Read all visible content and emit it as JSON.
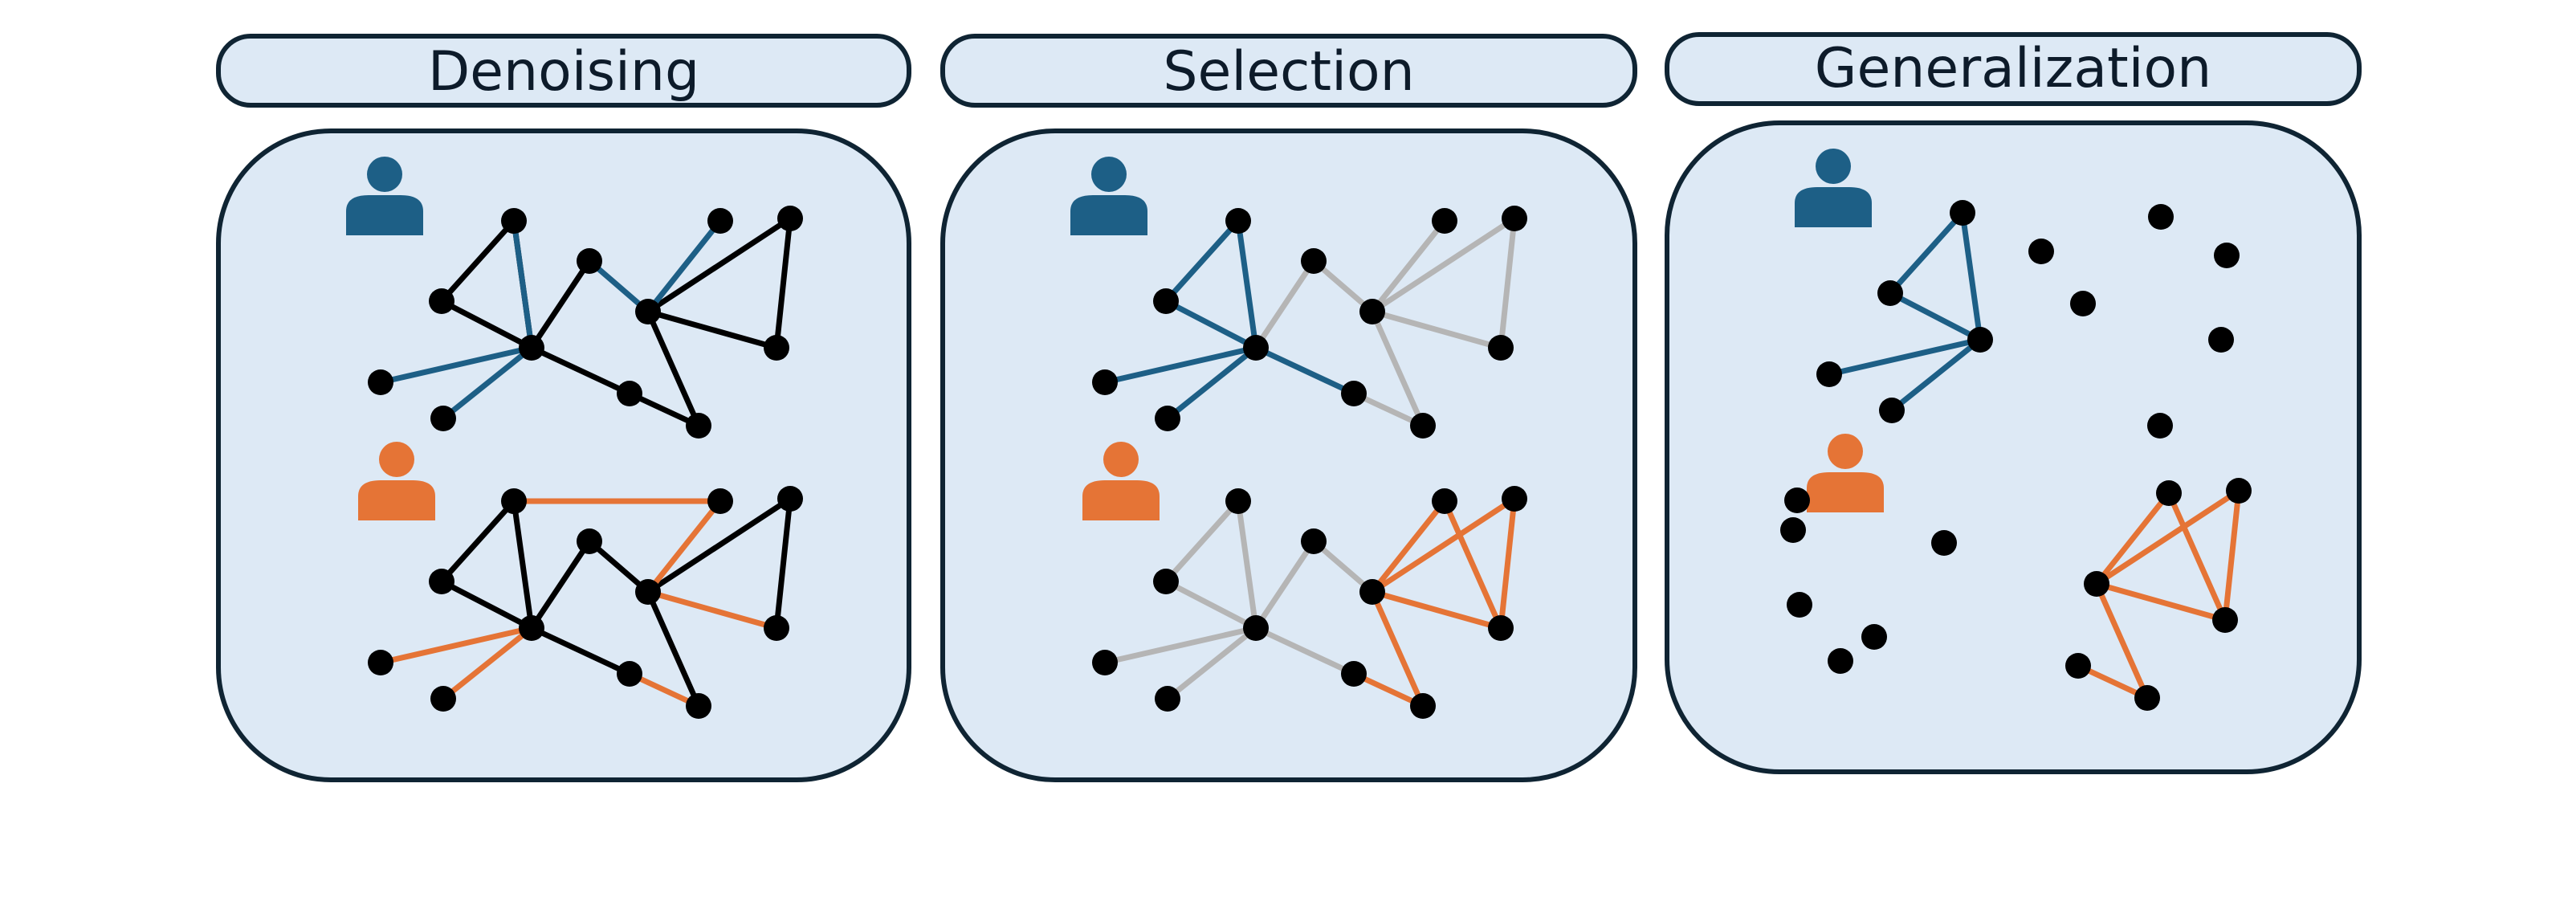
{
  "colors": {
    "panel_fill": "#dde9f5",
    "panel_stroke": "#0f2433",
    "blue": "#1d5f86",
    "orange": "#e57436",
    "gray": "#b5b5b5",
    "black": "#000000"
  },
  "panels": [
    {
      "title": "Denoising",
      "users": [
        {
          "icon": "user-icon",
          "color": "blue",
          "edges_black": [
            [
              1,
              2
            ],
            [
              1,
              6
            ],
            [
              2,
              6
            ],
            [
              5,
              6
            ],
            [
              6,
              8
            ],
            [
              8,
              9
            ],
            [
              4,
              10
            ],
            [
              10,
              11
            ],
            [
              4,
              9
            ],
            [
              4,
              11
            ]
          ],
          "edges_color": [
            [
              2,
              6
            ],
            [
              6,
              7
            ],
            [
              3,
              6
            ],
            [
              4,
              5
            ],
            [
              0,
              4
            ]
          ]
        },
        {
          "icon": "user-icon",
          "color": "orange",
          "edges_black": [
            [
              1,
              2
            ],
            [
              1,
              6
            ],
            [
              2,
              6
            ],
            [
              5,
              6
            ],
            [
              6,
              8
            ],
            [
              4,
              5
            ],
            [
              4,
              10
            ],
            [
              10,
              11
            ],
            [
              4,
              9
            ]
          ],
          "edges_color": [
            [
              0,
              2
            ],
            [
              3,
              6
            ],
            [
              6,
              7
            ],
            [
              4,
              0
            ],
            [
              4,
              11
            ],
            [
              8,
              9
            ]
          ]
        }
      ]
    },
    {
      "title": "Selection",
      "users": [
        {
          "icon": "user-icon",
          "color": "blue",
          "edges_gray": [
            [
              5,
              6
            ],
            [
              4,
              5
            ],
            [
              4,
              10
            ],
            [
              10,
              11
            ],
            [
              4,
              0
            ],
            [
              4,
              11
            ],
            [
              4,
              9
            ],
            [
              6,
              8
            ],
            [
              8,
              9
            ]
          ],
          "edges_color": [
            [
              1,
              2
            ],
            [
              1,
              6
            ],
            [
              2,
              6
            ],
            [
              3,
              6
            ],
            [
              6,
              7
            ],
            [
              6,
              8
            ]
          ]
        },
        {
          "icon": "user-icon",
          "color": "orange",
          "edges_gray": [
            [
              1,
              2
            ],
            [
              1,
              6
            ],
            [
              2,
              6
            ],
            [
              3,
              6
            ],
            [
              6,
              7
            ],
            [
              6,
              8
            ],
            [
              5,
              6
            ],
            [
              4,
              5
            ]
          ],
          "edges_color": [
            [
              4,
              10
            ],
            [
              10,
              11
            ],
            [
              0,
              4
            ],
            [
              0,
              11
            ],
            [
              4,
              11
            ],
            [
              4,
              9
            ],
            [
              8,
              9
            ]
          ]
        }
      ]
    },
    {
      "title": "Generalization",
      "users": [
        {
          "icon": "user-icon",
          "color": "blue",
          "edges_color": [
            [
              1,
              2
            ],
            [
              1,
              6
            ],
            [
              2,
              6
            ],
            [
              3,
              6
            ],
            [
              6,
              7
            ]
          ]
        },
        {
          "icon": "user-icon",
          "color": "orange",
          "edges_color": [
            [
              4,
              10
            ],
            [
              10,
              11
            ],
            [
              0,
              4
            ],
            [
              0,
              11
            ],
            [
              4,
              11
            ],
            [
              4,
              9
            ],
            [
              8,
              9
            ]
          ]
        }
      ]
    }
  ]
}
